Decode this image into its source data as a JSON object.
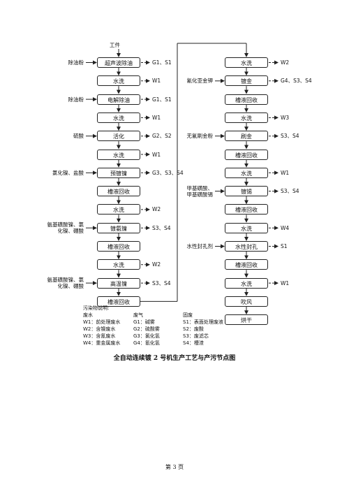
{
  "top_label": "工件",
  "left_column": [
    {
      "step": "超声波除油",
      "input": "除油粉",
      "output": "G1、S1"
    },
    {
      "step": "水洗",
      "input": "",
      "output": "W1"
    },
    {
      "step": "电解除油",
      "input": "除油粉",
      "output": "G1、S1"
    },
    {
      "step": "水洗",
      "input": "",
      "output": "W1"
    },
    {
      "step": "活化",
      "input": "硫酸",
      "output": "G2、S2"
    },
    {
      "step": "水洗",
      "input": "",
      "output": "W1"
    },
    {
      "step": "预镀镍",
      "input": "氯化镍、盐酸",
      "output": "G3、S3、S4"
    },
    {
      "step": "槽液回收",
      "input": "",
      "output": ""
    },
    {
      "step": "水洗",
      "input": "",
      "output": "W2"
    },
    {
      "step": "镀氨镍",
      "input": "氨基磺酸镍、氯\n化镍、硼酸",
      "output": "S3、S4"
    },
    {
      "step": "槽液回收",
      "input": "",
      "output": ""
    },
    {
      "step": "水洗",
      "input": "",
      "output": "W2"
    },
    {
      "step": "高温镍",
      "input": "氨基磺酸镍、氯\n化镍、硼酸",
      "output": "S3、S4"
    },
    {
      "step": "槽液回收",
      "input": "",
      "output": ""
    }
  ],
  "right_column": [
    {
      "step": "水洗",
      "input": "",
      "output": "W2"
    },
    {
      "step": "镀金",
      "input": "氰化亚金钾",
      "output": "G4、S3、S4"
    },
    {
      "step": "槽液回收",
      "input": "",
      "output": ""
    },
    {
      "step": "水洗",
      "input": "",
      "output": "W3"
    },
    {
      "step": "刷金",
      "input": "无氰刷金粉",
      "output": "S3、S4"
    },
    {
      "step": "槽液回收",
      "input": "",
      "output": ""
    },
    {
      "step": "水洗",
      "input": "",
      "output": "W1"
    },
    {
      "step": "镀锡",
      "input": "甲基磺酸、\n甲基磺酸锡",
      "output": "S3、S4"
    },
    {
      "step": "槽液回收",
      "input": "",
      "output": ""
    },
    {
      "step": "水洗",
      "input": "",
      "output": "W4"
    },
    {
      "step": "水性封孔",
      "input": "水性封孔剂",
      "output": "S1"
    },
    {
      "step": "槽液回收",
      "input": "",
      "output": ""
    },
    {
      "step": "水洗",
      "input": "",
      "output": "W1"
    },
    {
      "step": "吹风",
      "input": "",
      "output": ""
    },
    {
      "step": "烘干",
      "input": "",
      "output": ""
    }
  ],
  "legend": {
    "heading": "污染物说明:",
    "columns": [
      {
        "title": "废水",
        "items": [
          "W1：前处理废水",
          "W2：含镍废水",
          "W3：含氰废水",
          "W4：重金属废水"
        ]
      },
      {
        "title": "废气",
        "items": [
          "G1：碱雾",
          "G2：硫酸雾",
          "G3：氯化氢",
          "G4：氰化氢"
        ]
      },
      {
        "title": "固废",
        "items": [
          "S1：表面处理废液",
          "S2：废酸",
          "S3：废滤芯",
          "S4：槽渣"
        ]
      }
    ]
  },
  "title": "全自动连续镀 2 号机生产工艺与产污节点图",
  "page_number": "第 3 页"
}
